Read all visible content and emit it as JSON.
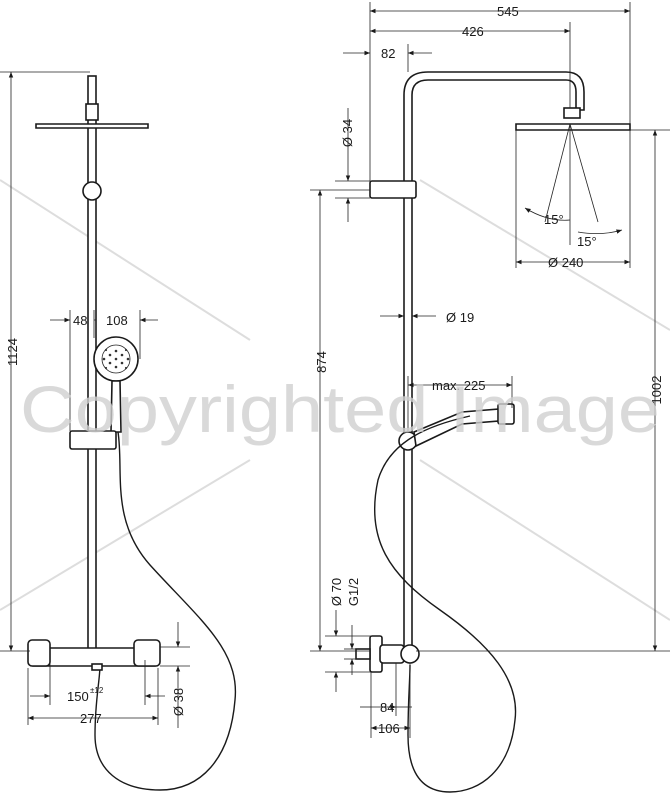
{
  "watermark": "Copyrighted Image",
  "front_view": {
    "height_total": "1124",
    "holder_offset": "48",
    "handshower_diameter": "108",
    "centers_base": "150",
    "centers_tolerance": "±12",
    "mixer_width": "277",
    "mixer_diameter": "Ø 38"
  },
  "side_view": {
    "depth_total": "545",
    "arm_length": "426",
    "arm_offset": "82",
    "fixture_diameter": "Ø 34",
    "riser_height": "874",
    "riser_diameter": "Ø 19",
    "spray_angle_1": "15°",
    "spray_angle_2": "15°",
    "overhead_diameter": "Ø 240",
    "hose_holder_reach": "max. 225",
    "overhead_height": "1002",
    "outlet_diameter": "Ø 70",
    "thread_spec": "G1/2",
    "offset_small": "84",
    "offset_large": "106"
  }
}
